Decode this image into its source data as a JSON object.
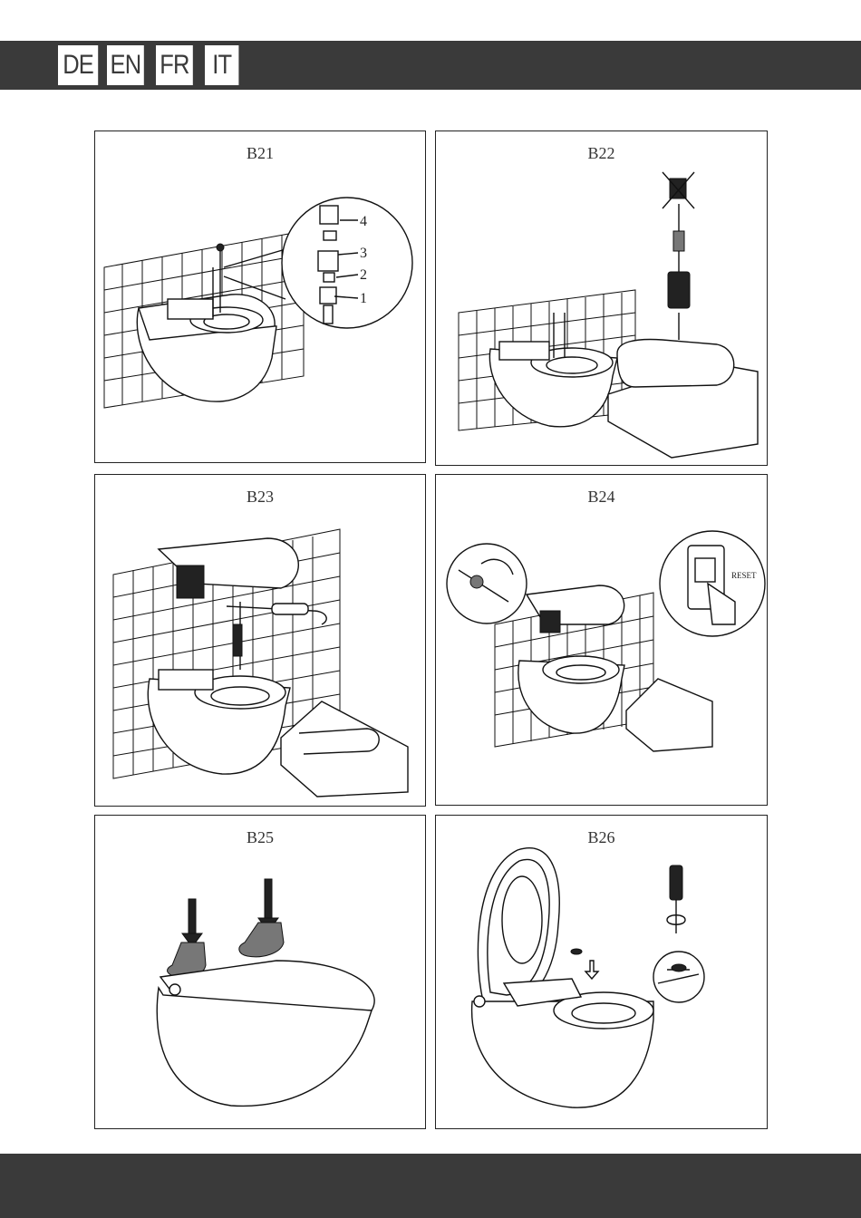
{
  "languages": [
    "DE",
    "EN",
    "FR",
    "IT"
  ],
  "panels": [
    {
      "id": "B21",
      "label": "B21",
      "callouts": [
        "4",
        "3",
        "2",
        "1"
      ]
    },
    {
      "id": "B22",
      "label": "B22"
    },
    {
      "id": "B23",
      "label": "B23"
    },
    {
      "id": "B24",
      "label": "B24",
      "reset_label": "RESET"
    },
    {
      "id": "B25",
      "label": "B25"
    },
    {
      "id": "B26",
      "label": "B26"
    }
  ]
}
